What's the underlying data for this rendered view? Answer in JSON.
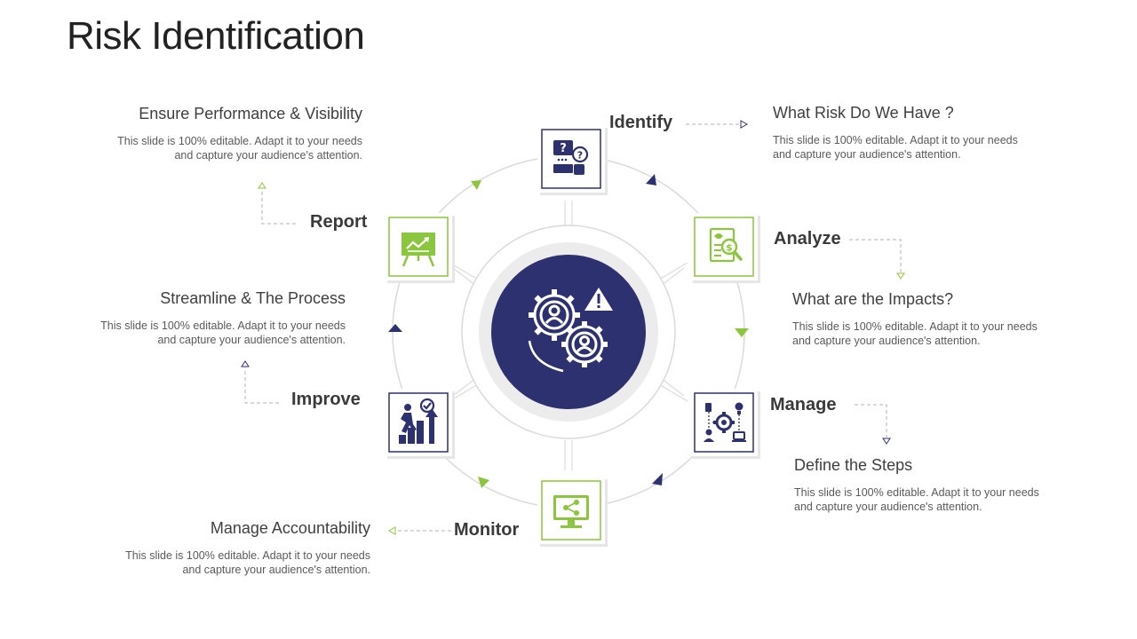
{
  "title": "Risk Identification",
  "colors": {
    "navy": "#2e3170",
    "green": "#8cc63f",
    "ring": "#d9d9d9",
    "text": "#404040"
  },
  "center_icon": "gears-people-warning-icon",
  "steps": [
    {
      "label": "Identify",
      "icon": "question-chat-icon",
      "accent": "navy",
      "heading": "What Risk Do We Have ?",
      "description": "This slide is 100% editable. Adapt it to your needs\nand capture your audience's attention."
    },
    {
      "label": "Analyze",
      "icon": "document-magnifier-icon",
      "accent": "green",
      "heading": "What are the Impacts?",
      "description": "This slide is 100% editable. Adapt it to your needs\nand capture your audience's attention."
    },
    {
      "label": "Manage",
      "icon": "process-network-icon",
      "accent": "navy",
      "heading": "Define the Steps",
      "description": "This slide is 100% editable. Adapt it to your needs\nand capture your audience's attention."
    },
    {
      "label": "Monitor",
      "icon": "monitor-share-icon",
      "accent": "green",
      "heading": "Manage Accountability",
      "description": "This slide is 100% editable. Adapt it to your needs\nand capture your audience's attention."
    },
    {
      "label": "Improve",
      "icon": "growth-climb-icon",
      "accent": "navy",
      "heading": "Streamline & The Process",
      "description": "This slide is 100% editable. Adapt it to your needs\nand capture your audience's attention."
    },
    {
      "label": "Report",
      "icon": "presentation-board-icon",
      "accent": "green",
      "heading": "Ensure Performance & Visibility",
      "description": "This slide is 100% editable. Adapt it to your needs\nand capture your audience's attention."
    }
  ]
}
